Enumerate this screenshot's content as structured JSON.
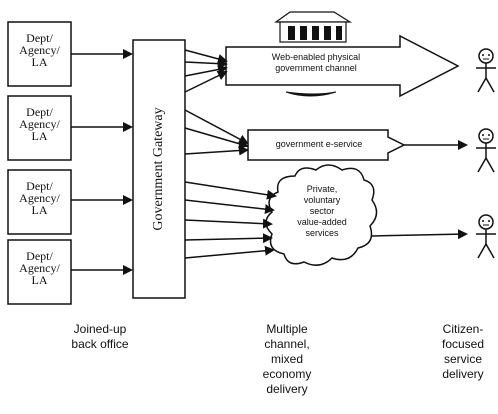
{
  "departments": [
    {
      "label": "Dept/\nAgency/\nLA"
    },
    {
      "label": "Dept/\nAgency/\nLA"
    },
    {
      "label": "Dept/\nAgency/\nLA"
    },
    {
      "label": "Dept/\nAgency/\nLA"
    }
  ],
  "gateway": {
    "label": "Government Gateway"
  },
  "channels": {
    "physical": "Web-enabled physical\ngovernment channel",
    "eservice": "government e-service",
    "private": "Private,\nvoluntary\nsector\nvalue-added\nservices"
  },
  "captions": {
    "back_office": "Joined-up\nback office",
    "multiple": "Multiple\nchannel,\nmixed\neconomy\ndelivery",
    "citizen": "Citizen-\nfocused\nservice\ndelivery"
  },
  "icons": {
    "building": "building-icon",
    "citizen": "person-icon"
  }
}
